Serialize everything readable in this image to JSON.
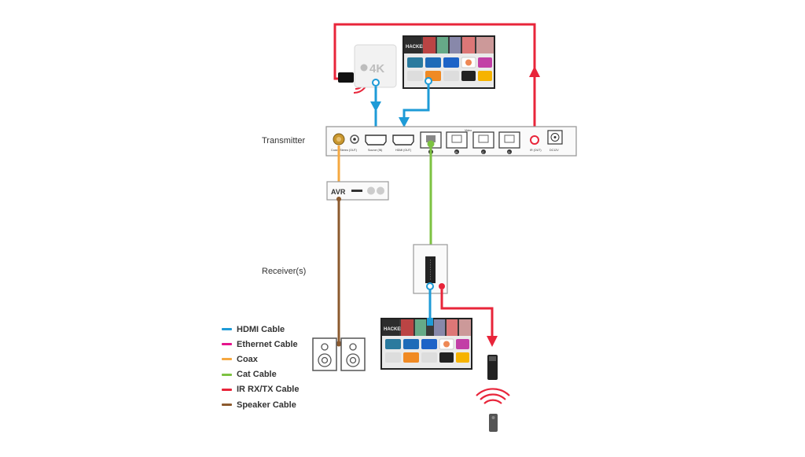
{
  "labels": {
    "transmitter": "Transmitter",
    "receivers": "Receiver(s)",
    "avr": "AVR",
    "apple_tv": "4K"
  },
  "transmitter_ports": {
    "coax": "Coax / Stereo (OUT)",
    "source": "Source (IN)",
    "hdmi_out": "HDMI (OUT)",
    "ir_out": "IR (OUT)",
    "dc": "DC12V",
    "video": "Video"
  },
  "port_markers": [
    "A",
    "B",
    "C",
    "D"
  ],
  "legend": [
    {
      "label": "HDMI Cable",
      "color": "#1e9bd7"
    },
    {
      "label": "Ethernet Cable",
      "color": "#e5158c"
    },
    {
      "label": "Coax",
      "color": "#f5a841"
    },
    {
      "label": "Cat Cable",
      "color": "#7dc242"
    },
    {
      "label": "IR RX/TX Cable",
      "color": "#e8253a"
    },
    {
      "label": "Speaker Cable",
      "color": "#8c5a2e"
    }
  ],
  "tv_screen": {
    "banner": "HACKED",
    "app_colors": [
      "#2a7a9e",
      "#1e6bb8",
      "#1d63c7",
      "#ffffff",
      "#c23fa6"
    ]
  }
}
